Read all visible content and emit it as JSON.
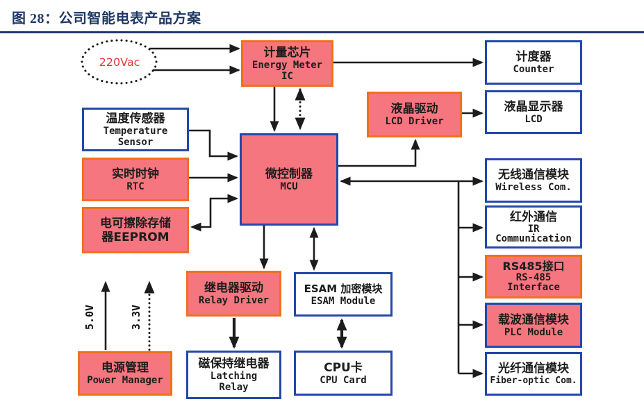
{
  "figure": {
    "title": "图 28：公司智能电表产品方案"
  },
  "colors": {
    "title_navy": "#1F3864",
    "rule_navy": "#223A6B",
    "box_pink": "#F5767E",
    "border_orange": "#F0701D",
    "border_blue": "#2348A8",
    "source_red": "#E23B36",
    "wire_black": "#1C1C1C"
  },
  "diagram": {
    "source": {
      "label": "220Vac"
    },
    "rails": {
      "v5": "5.0V",
      "v33": "3.3V"
    },
    "nodes": {
      "energy_meter_ic": {
        "lines": [
          "计量芯片",
          "Energy Meter",
          "IC"
        ]
      },
      "counter": {
        "lines": [
          "计度器",
          "Counter"
        ]
      },
      "lcd_driver": {
        "lines": [
          "液晶驱动",
          "LCD Driver"
        ]
      },
      "lcd": {
        "lines": [
          "液晶显示器",
          "LCD"
        ]
      },
      "temperature_sensor": {
        "lines": [
          "温度传感器",
          "Temperature",
          "Sensor"
        ]
      },
      "rtc": {
        "lines": [
          "实时时钟",
          "RTC"
        ]
      },
      "eeprom": {
        "lines": [
          "电可擦除存储",
          "器EEPROM"
        ]
      },
      "mcu": {
        "lines": [
          "微控制器",
          "MCU"
        ]
      },
      "wireless_com": {
        "lines": [
          "无线通信模块",
          "Wireless Com."
        ]
      },
      "ir_communication": {
        "lines": [
          "红外通信",
          "IR",
          "Communication"
        ]
      },
      "rs485_interface": {
        "lines": [
          "RS485接口",
          "RS-485",
          "Interface"
        ]
      },
      "plc_module": {
        "lines": [
          "载波通信模块",
          "PLC Module"
        ]
      },
      "fiber_optic_com": {
        "lines": [
          "光纤通信模块",
          "Fiber-optic Com."
        ]
      },
      "relay_driver": {
        "lines": [
          "继电器驱动",
          "Relay Driver"
        ]
      },
      "esam_module": {
        "lines": [
          "ESAM 加密模块",
          "ESAM Module"
        ]
      },
      "latching_relay": {
        "lines": [
          "磁保持继电器",
          "Latching",
          "Relay"
        ]
      },
      "cpu_card": {
        "lines": [
          "CPU卡",
          "CPU Card"
        ]
      },
      "power_manager": {
        "lines": [
          "电源管理",
          "Power Manager"
        ]
      }
    },
    "edges": [
      {
        "from": "220vac",
        "to": "energy_meter_ic",
        "line": "solid",
        "arrows": "one-way"
      },
      {
        "from": "220vac",
        "to": "energy_meter_ic",
        "line": "solid",
        "arrows": "one-way"
      },
      {
        "from": "energy_meter_ic",
        "to": "counter",
        "line": "solid",
        "arrows": "one-way"
      },
      {
        "from": "energy_meter_ic",
        "to": "mcu",
        "line": "solid",
        "arrows": "one-way"
      },
      {
        "from": "energy_meter_ic",
        "to": "mcu",
        "line": "dotted",
        "arrows": "two-way"
      },
      {
        "from": "temperature_sensor",
        "to": "mcu",
        "line": "solid",
        "arrows": "one-way"
      },
      {
        "from": "rtc",
        "to": "mcu",
        "line": "solid",
        "arrows": "one-way"
      },
      {
        "from": "mcu",
        "to": "eeprom",
        "line": "solid",
        "arrows": "two-way"
      },
      {
        "from": "mcu",
        "to": "lcd_driver",
        "line": "solid",
        "arrows": "one-way"
      },
      {
        "from": "lcd_driver",
        "to": "lcd",
        "line": "solid",
        "arrows": "one-way"
      },
      {
        "from": "mcu",
        "to": "wireless_com",
        "line": "solid",
        "arrows": "two-way"
      },
      {
        "from": "mcu",
        "to": "ir_communication",
        "line": "solid",
        "arrows": "one-way"
      },
      {
        "from": "mcu",
        "to": "rs485_interface",
        "line": "solid",
        "arrows": "one-way"
      },
      {
        "from": "mcu",
        "to": "plc_module",
        "line": "solid",
        "arrows": "one-way"
      },
      {
        "from": "mcu",
        "to": "fiber_optic_com",
        "line": "solid",
        "arrows": "one-way"
      },
      {
        "from": "mcu",
        "to": "relay_driver",
        "line": "solid",
        "arrows": "one-way"
      },
      {
        "from": "mcu",
        "to": "esam_module",
        "line": "solid",
        "arrows": "two-way"
      },
      {
        "from": "relay_driver",
        "to": "latching_relay",
        "line": "solid",
        "arrows": "one-way"
      },
      {
        "from": "esam_module",
        "to": "cpu_card",
        "line": "solid",
        "arrows": "two-way"
      },
      {
        "from": "power_manager",
        "to": "rail_5.0V",
        "line": "solid",
        "arrows": "one-way"
      },
      {
        "from": "power_manager",
        "to": "rail_3.3V",
        "line": "dotted",
        "arrows": "one-way"
      }
    ]
  }
}
